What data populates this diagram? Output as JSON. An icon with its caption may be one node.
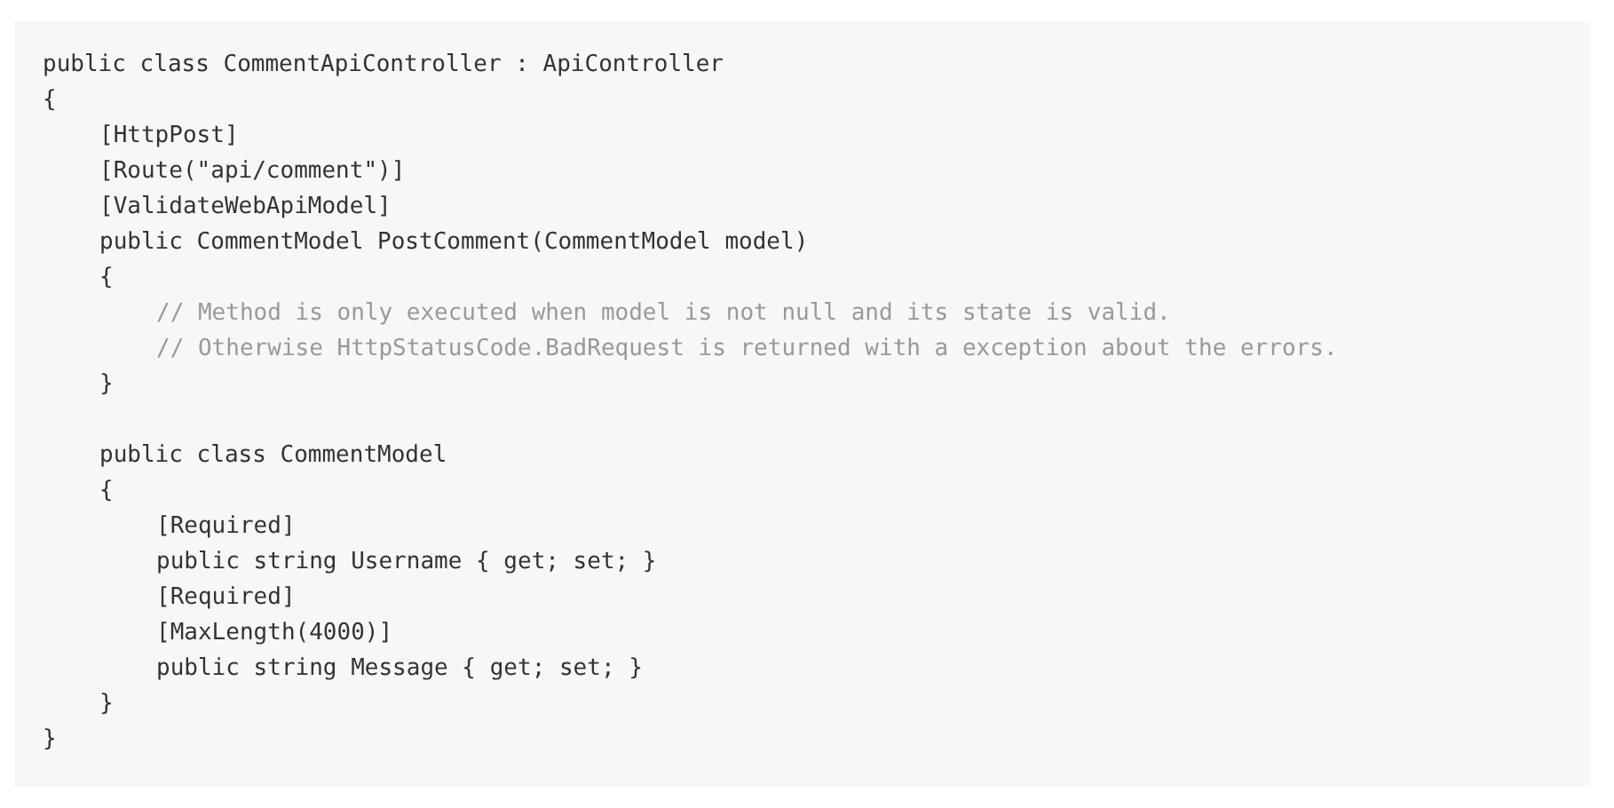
{
  "diagram": {
    "labels": [
      "public class CommentApiController : ApiController",
      "{",
      "[HttpPost]",
      "[Route(\"api/comment\")]",
      "[ValidateWebApiModel]",
      "public CommentModel PostComment(CommentModel model)",
      "{",
      "// Method is only executed when model is not null and its state is valid.",
      "// Otherwise HttpStatusCode.BadRequest is returned with a exception about the errors.",
      "}",
      "public class CommentModel",
      "{",
      "[Required]",
      "public string Username { get; set; }",
      "[Required]",
      "[MaxLength(4000)]",
      "public string Message { get; set; }",
      "}",
      "}"
    ]
  }
}
